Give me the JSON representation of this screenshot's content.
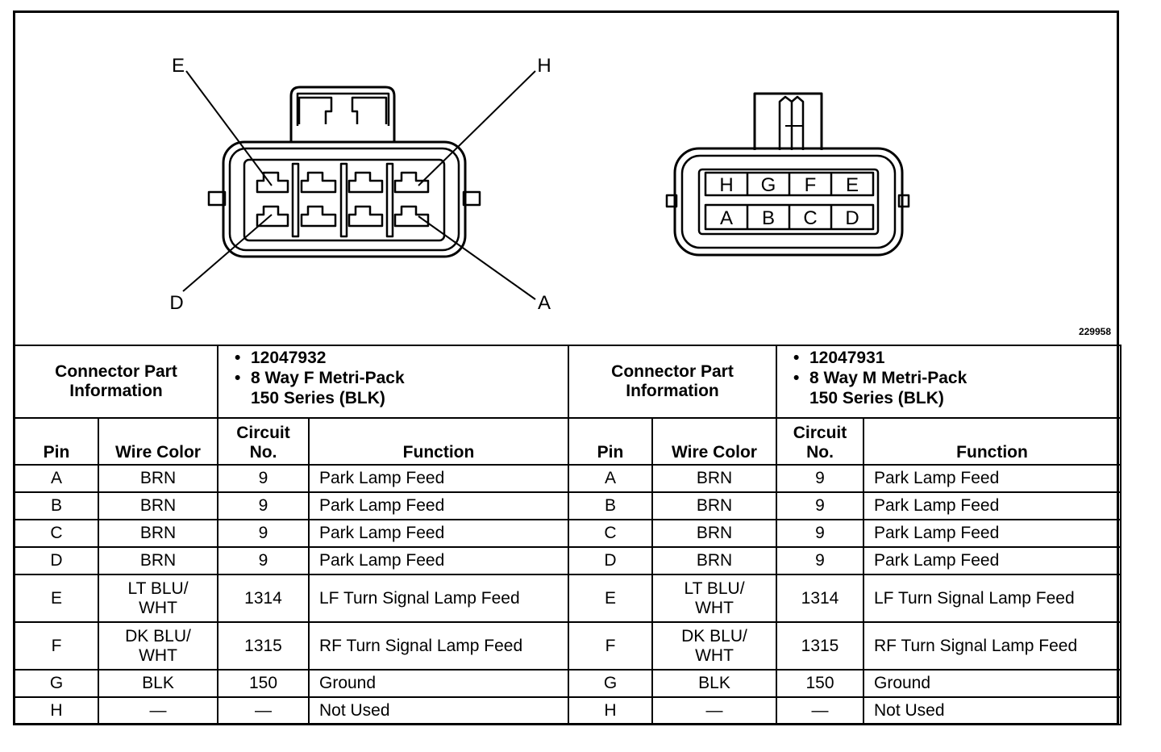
{
  "figure_number": "229958",
  "female_connector": {
    "callouts": [
      {
        "id": "callout-e",
        "label": "E"
      },
      {
        "id": "callout-h",
        "label": "H"
      },
      {
        "id": "callout-d",
        "label": "D"
      },
      {
        "id": "callout-a",
        "label": "A"
      }
    ]
  },
  "male_connector": {
    "top_row": [
      "H",
      "G",
      "F",
      "E"
    ],
    "bottom_row": [
      "A",
      "B",
      "C",
      "D"
    ]
  },
  "connectors": [
    {
      "info_label": [
        "Connector Part",
        "Information"
      ],
      "part_number": "12047932",
      "desc_line1": "8 Way F Metri-Pack",
      "desc_line2": "150 Series (BLK)"
    },
    {
      "info_label": [
        "Connector Part",
        "Information"
      ],
      "part_number": "12047931",
      "desc_line1": "8 Way M Metri-Pack",
      "desc_line2": "150 Series (BLK)"
    }
  ],
  "table_headers": {
    "pin": "Pin",
    "wire_color": "Wire Color",
    "circuit": [
      "Circuit",
      "No."
    ],
    "function": "Function"
  },
  "rows": [
    {
      "pin": "A",
      "color": [
        "BRN"
      ],
      "circuit": "9",
      "function": "Park Lamp Feed"
    },
    {
      "pin": "B",
      "color": [
        "BRN"
      ],
      "circuit": "9",
      "function": "Park Lamp Feed"
    },
    {
      "pin": "C",
      "color": [
        "BRN"
      ],
      "circuit": "9",
      "function": "Park Lamp Feed"
    },
    {
      "pin": "D",
      "color": [
        "BRN"
      ],
      "circuit": "9",
      "function": "Park Lamp Feed"
    },
    {
      "pin": "E",
      "color": [
        "LT BLU/",
        "WHT"
      ],
      "circuit": "1314",
      "function": "LF Turn Signal Lamp Feed"
    },
    {
      "pin": "F",
      "color": [
        "DK BLU/",
        "WHT"
      ],
      "circuit": "1315",
      "function": "RF Turn Signal Lamp Feed"
    },
    {
      "pin": "G",
      "color": [
        "BLK"
      ],
      "circuit": "150",
      "function": "Ground"
    },
    {
      "pin": "H",
      "color": [
        "—"
      ],
      "circuit": "—",
      "function": "Not Used"
    }
  ]
}
